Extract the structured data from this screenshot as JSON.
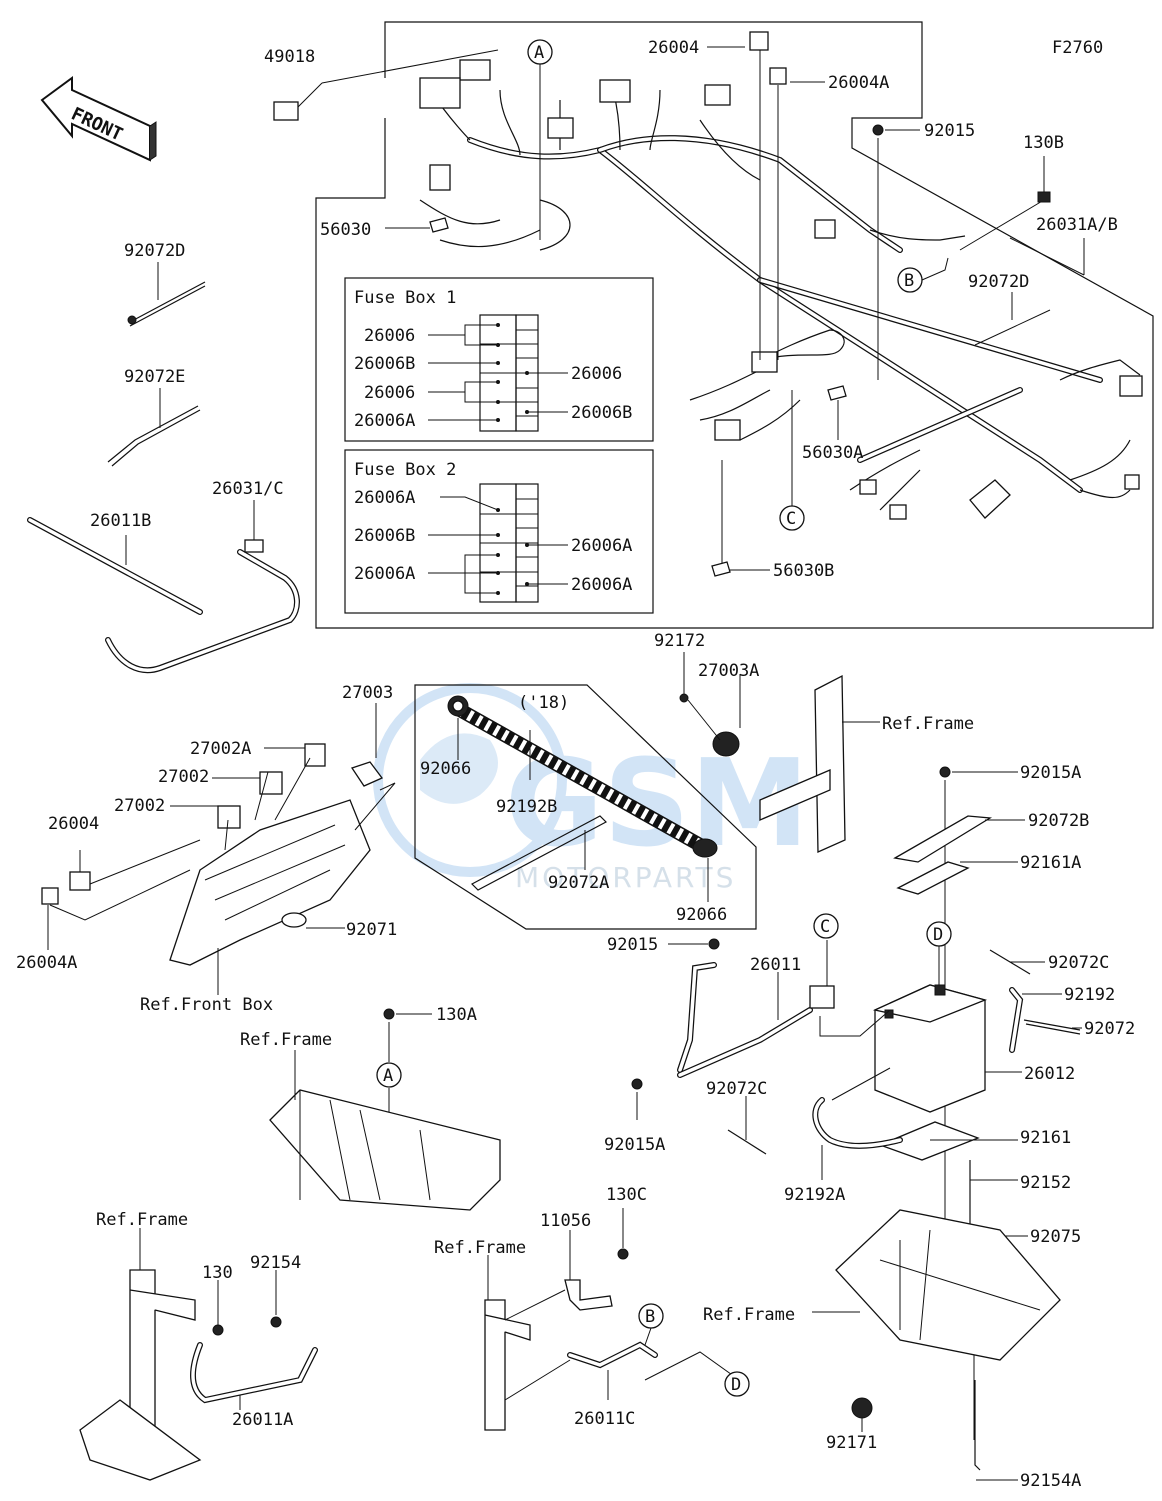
{
  "figure_code": "F2760",
  "front_label": "FRONT",
  "watermark": {
    "primary": "GSM",
    "secondary": "MOTORPARTS"
  },
  "year_note": "('18)",
  "callouts": {
    "a": "A",
    "b": "B",
    "c": "C",
    "d": "D"
  },
  "fuse_box_1": {
    "title": "Fuse Box 1",
    "left_labels": [
      "26006",
      "26006B",
      "26006",
      "26006A"
    ],
    "right_labels": [
      "26006",
      "26006B"
    ]
  },
  "fuse_box_2": {
    "title": "Fuse Box 2",
    "left_labels": [
      "26006A",
      "26006B",
      "26006A"
    ],
    "right_labels": [
      "26006A",
      "26006A"
    ]
  },
  "parts": {
    "p49018": "49018",
    "p26004_top": "26004",
    "p26004A_top": "26004A",
    "p92015": "92015",
    "p130B": "130B",
    "p26031AB": "26031A/B",
    "p92072D_right": "92072D",
    "p56030": "56030",
    "p56030A": "56030A",
    "p56030B": "56030B",
    "p92072D_left": "92072D",
    "p92072E": "92072E",
    "p26031C": "26031/C",
    "p26011B": "26011B",
    "p92172": "92172",
    "p27003A": "27003A",
    "ref_frame_1": "Ref.Frame",
    "p27003": "27003",
    "p27002A": "27002A",
    "p27002_a": "27002",
    "p27002_b": "27002",
    "p26004_left": "26004",
    "p26004A_left": "26004A",
    "p92071": "92071",
    "ref_front_box": "Ref.Front Box",
    "p92066_a": "92066",
    "p92192B": "92192B",
    "p92072A": "92072A",
    "p92066_b": "92066",
    "p92015A_top": "92015A",
    "p92072B": "92072B",
    "p92161A": "92161A",
    "p92015_mid": "92015",
    "p26011": "26011",
    "p92072C_a": "92072C",
    "p92192": "92192",
    "p92072": "92072",
    "p26012": "26012",
    "p92015A_mid": "92015A",
    "p92072C_b": "92072C",
    "p92161": "92161",
    "p92192A": "92192A",
    "p92152": "92152",
    "p92075": "92075",
    "p130A": "130A",
    "ref_frame_2": "Ref.Frame",
    "ref_frame_3": "Ref.Frame",
    "p130": "130",
    "p92154": "92154",
    "p26011A": "26011A",
    "ref_frame_4": "Ref.Frame",
    "p11056": "11056",
    "p130C": "130C",
    "p26011C": "26011C",
    "ref_frame_5": "Ref.Frame",
    "p92171": "92171",
    "p92154A": "92154A"
  }
}
